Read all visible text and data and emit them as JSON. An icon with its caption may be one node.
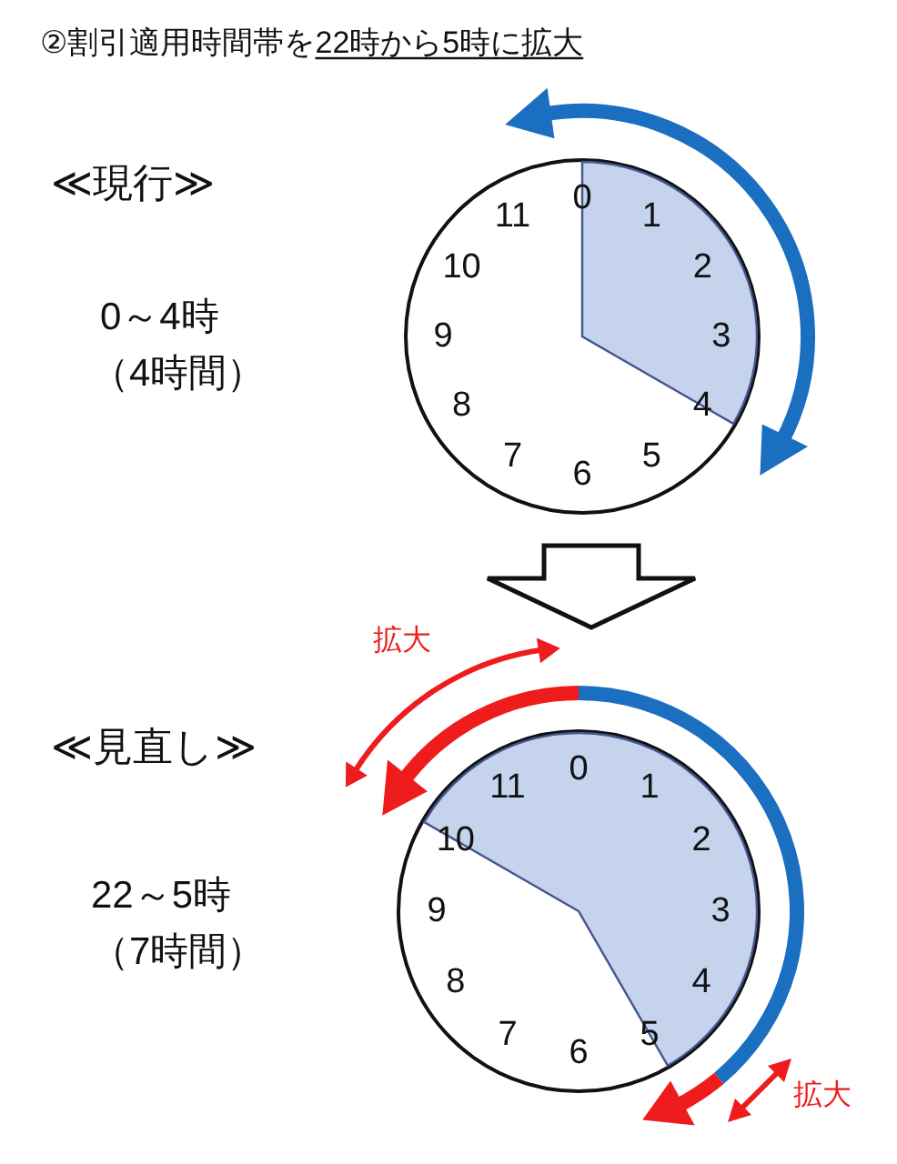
{
  "diagram": {
    "title": "②割引適用時間帯を22時から5時に拡大",
    "nodes": [
      {
        "text": [
          "0",
          "1",
          "2",
          "3",
          "4",
          "5",
          "6",
          "7",
          "8",
          "9",
          "10",
          "11"
        ]
      },
      {
        "text": [
          "0",
          "1",
          "2",
          "3",
          "4",
          "5",
          "6",
          "7",
          "8",
          "9",
          "10",
          "11"
        ]
      }
    ],
    "edges": [
      {
        "from": 0,
        "to": 1,
        "arrow": "to"
      }
    ],
    "labels": [
      "≪現行≫",
      "0～4時",
      "（4時間）",
      "拡大",
      "≪見直し≫",
      "22～5時",
      "（7時間）",
      "拡大"
    ]
  }
}
